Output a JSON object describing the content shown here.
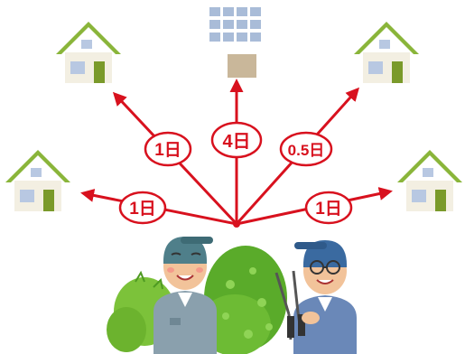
{
  "colors": {
    "arrow": "#d8111e",
    "label_border": "#d8111e",
    "label_text": "#d8111e",
    "roof": "#8ab53a",
    "wall": "#f3efe2",
    "window": "#b8c8e2",
    "door": "#7a9a2a",
    "building_window": "#a9bcd8",
    "building_door": "#c9b79a",
    "bush": "#7cc23a",
    "bush_dark": "#4e9a22",
    "uniform_left": "#8aa0ad",
    "uniform_right": "#6a88b8",
    "cap_left": "#4f7f8a",
    "cap_right": "#3a6aa0",
    "skin": "#f2c39a"
  },
  "icons": {
    "destinations": [
      "house-icon",
      "house-icon",
      "office-building-icon",
      "house-icon",
      "house-icon"
    ],
    "workers": [
      "gardener-icon",
      "gardener-with-shears-icon"
    ],
    "bushes": [
      "hedge-bush-icon"
    ]
  },
  "labels": {
    "left_low": "1日",
    "left_high": "1日",
    "center": "4日",
    "right_high": "0.5日",
    "right_low": "1日"
  }
}
